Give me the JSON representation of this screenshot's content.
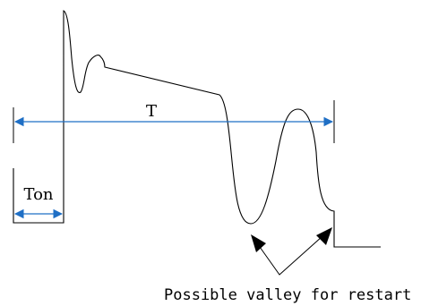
{
  "labels": {
    "period": "T",
    "on_time": "Ton",
    "valley_caption": "Possible valley for restart"
  },
  "colors": {
    "waveform": "#000000",
    "dimension_arrows": "#1f6fc5",
    "pointer_arrows": "#000000",
    "background": "#ffffff"
  }
}
